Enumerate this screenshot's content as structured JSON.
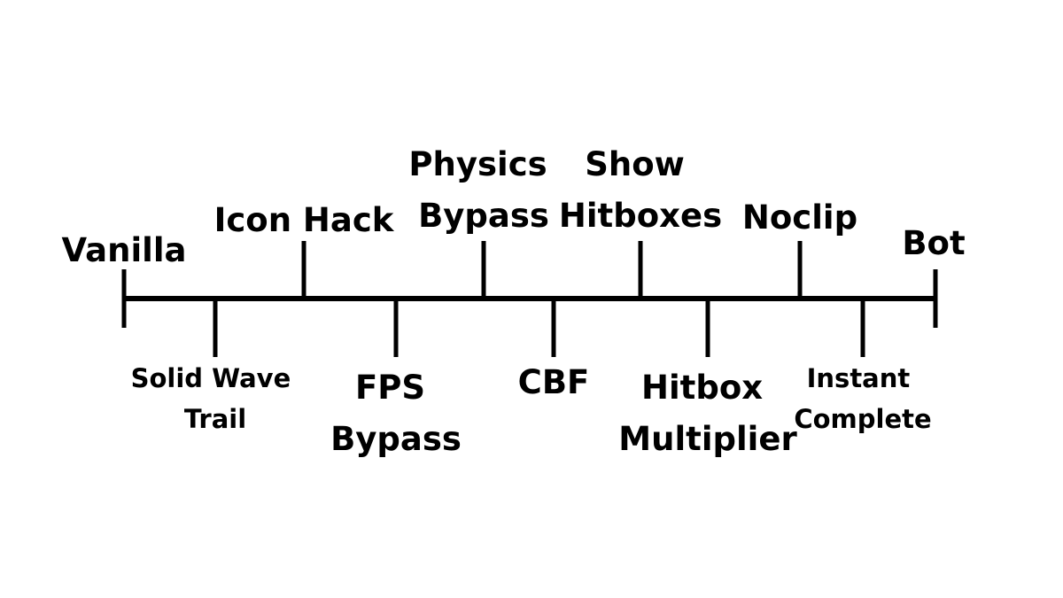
{
  "timeline": {
    "line_color": "#000000",
    "text_color": "#000000",
    "above": [
      {
        "id": "vanilla",
        "lines": [
          "Vanilla"
        ]
      },
      {
        "id": "icon-hack",
        "lines": [
          "Icon Hack"
        ]
      },
      {
        "id": "physics-bypass",
        "lines": [
          "Physics",
          "Bypass"
        ]
      },
      {
        "id": "show-hitboxes",
        "lines": [
          "Show",
          "Hitboxes"
        ]
      },
      {
        "id": "noclip",
        "lines": [
          "Noclip"
        ]
      },
      {
        "id": "bot",
        "lines": [
          "Bot"
        ]
      }
    ],
    "below": [
      {
        "id": "solid-wave-trail",
        "lines": [
          "Solid Wave",
          "Trail"
        ]
      },
      {
        "id": "fps-bypass",
        "lines": [
          "FPS",
          "Bypass"
        ]
      },
      {
        "id": "cbf",
        "lines": [
          "CBF"
        ]
      },
      {
        "id": "hitbox-multiplier",
        "lines": [
          "Hitbox",
          "Multiplier"
        ]
      },
      {
        "id": "instant-complete",
        "lines": [
          "Instant",
          "Complete"
        ]
      }
    ]
  }
}
